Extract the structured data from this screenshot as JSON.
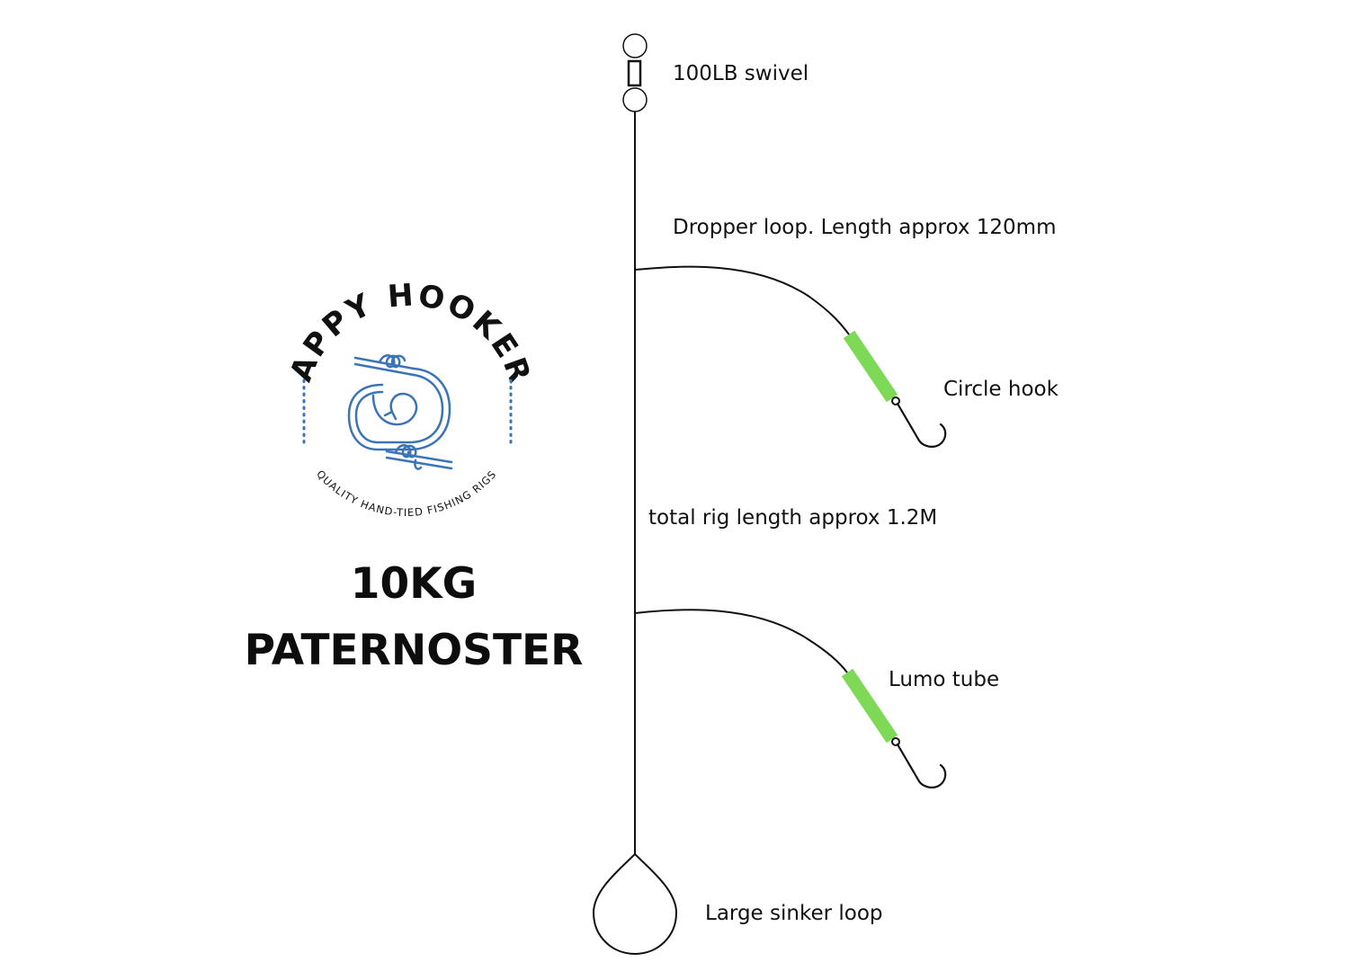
{
  "logo": {
    "brand": "HAPPY HOOKERS",
    "tagline": "QUALITY HAND-TIED FISHING RIGS",
    "color": "#3b73b9"
  },
  "title": {
    "line1": "10KG",
    "line2": "PATERNOSTER"
  },
  "labels": {
    "swivel": "100LB swivel",
    "dropper": "Dropper loop. Length approx 120mm",
    "circle_hook": "Circle hook",
    "rig_length": "total rig length approx 1.2M",
    "lumo_tube": "Lumo tube",
    "sinker_loop": "Large sinker loop"
  },
  "colors": {
    "line": "#111111",
    "lumo_tube": "#7ed957"
  }
}
